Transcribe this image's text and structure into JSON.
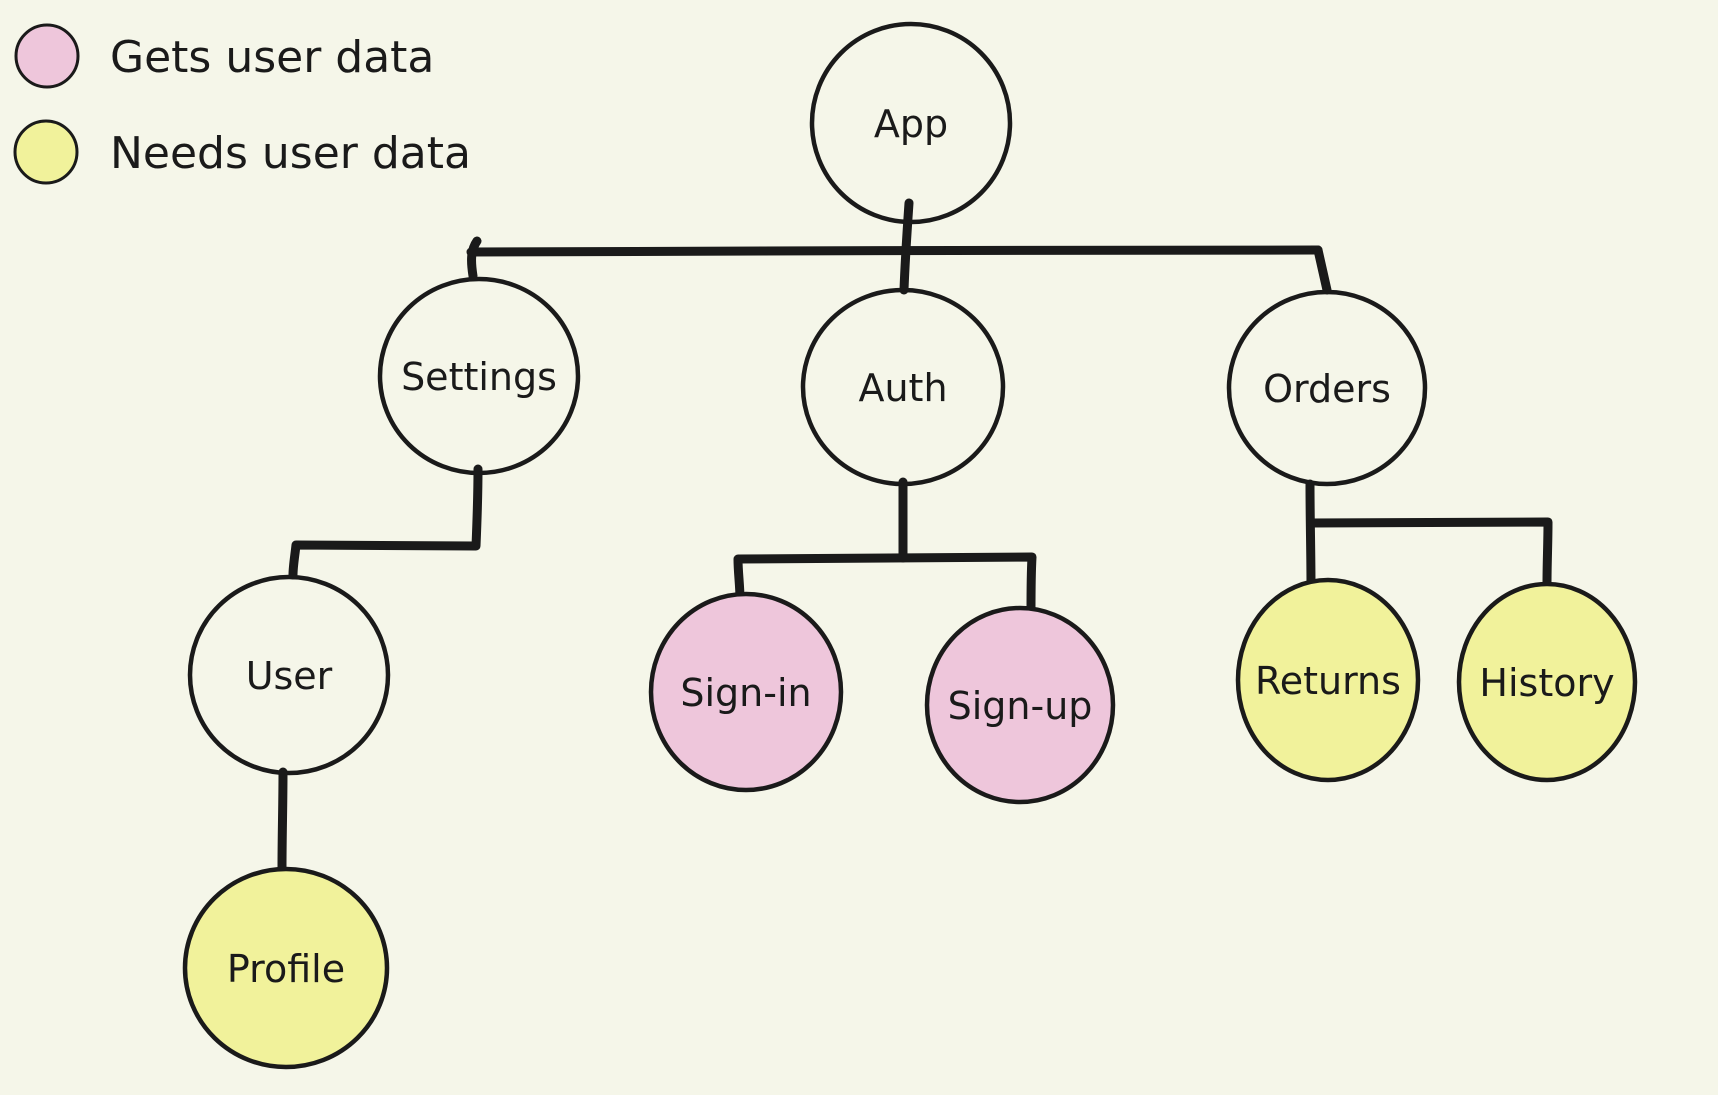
{
  "colors": {
    "background": "#f5f6e9",
    "stroke": "#1a1a1a",
    "gets_user_data": "#eec6db",
    "needs_user_data": "#f1f29b",
    "unfilled": "transparent"
  },
  "legend": {
    "items": [
      {
        "label": "Gets user data",
        "color": "#eec6db"
      },
      {
        "label": "Needs user data",
        "color": "#f1f29b"
      }
    ]
  },
  "diagram": {
    "nodes": {
      "app": {
        "label": "App",
        "fill": "transparent"
      },
      "settings": {
        "label": "Settings",
        "fill": "transparent"
      },
      "auth": {
        "label": "Auth",
        "fill": "transparent"
      },
      "orders": {
        "label": "Orders",
        "fill": "transparent"
      },
      "user": {
        "label": "User",
        "fill": "transparent"
      },
      "signin": {
        "label": "Sign-in",
        "fill": "#eec6db",
        "category": "Gets user data"
      },
      "signup": {
        "label": "Sign-up",
        "fill": "#eec6db",
        "category": "Gets user data"
      },
      "returns": {
        "label": "Returns",
        "fill": "#f1f29b",
        "category": "Needs user data"
      },
      "history": {
        "label": "History",
        "fill": "#f1f29b",
        "category": "Needs user data"
      },
      "profile": {
        "label": "Profile",
        "fill": "#f1f29b",
        "category": "Needs user data"
      }
    },
    "edges": [
      {
        "from": "App",
        "to": "Settings"
      },
      {
        "from": "App",
        "to": "Auth"
      },
      {
        "from": "App",
        "to": "Orders"
      },
      {
        "from": "Settings",
        "to": "User"
      },
      {
        "from": "User",
        "to": "Profile"
      },
      {
        "from": "Auth",
        "to": "Sign-in"
      },
      {
        "from": "Auth",
        "to": "Sign-up"
      },
      {
        "from": "Orders",
        "to": "Returns"
      },
      {
        "from": "Orders",
        "to": "History"
      }
    ]
  }
}
